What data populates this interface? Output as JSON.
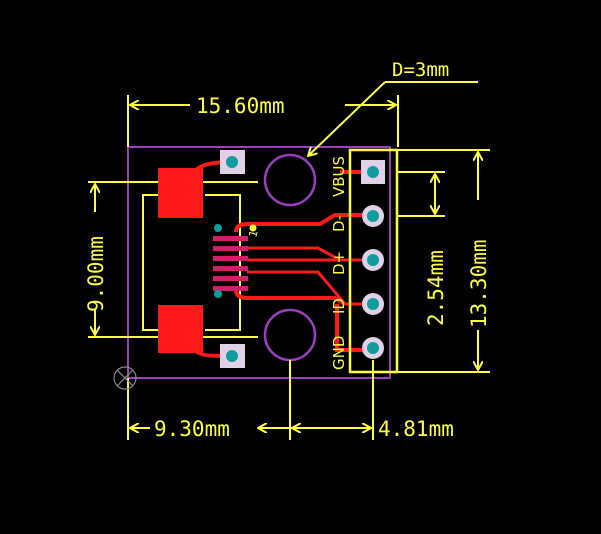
{
  "colors": {
    "background": "#000000",
    "dimension": "#ffff40",
    "copper": "#ff1a1a",
    "outline": "#9b3fc0",
    "pad_center": "#0e9c9c",
    "pad_ring": "#e0d0e8",
    "fine_pins": "#d0206a"
  },
  "dimensions": {
    "width_total": "15.60mm",
    "hole_diameter": "D=3mm",
    "height_left": "9.00mm",
    "pitch": "2.54mm",
    "height_total": "13.30mm",
    "bottom_left": "9.30mm",
    "bottom_right": "4.81mm"
  },
  "pin_labels": [
    "VBUS",
    "D-",
    "D+",
    "ID",
    "GND"
  ],
  "pin1_marker": "1"
}
